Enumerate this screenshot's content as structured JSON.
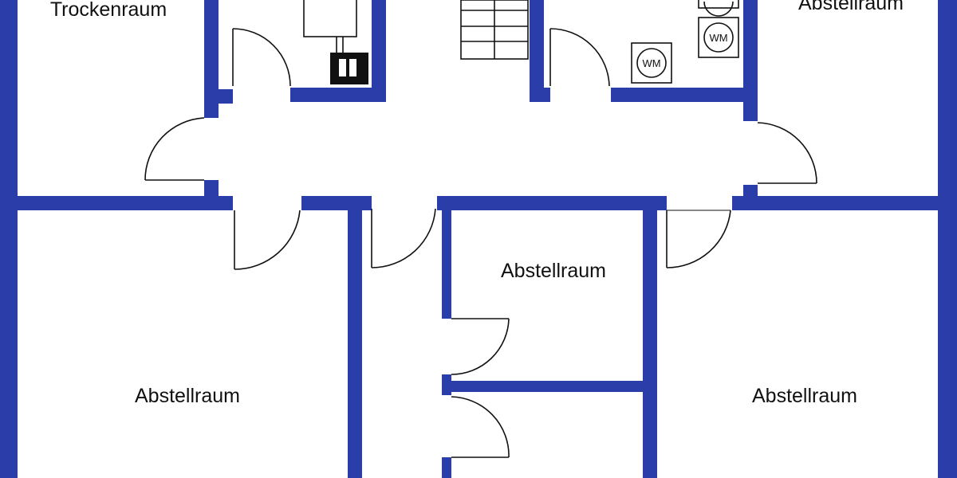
{
  "colors": {
    "wall": "#2B3DA8",
    "line": "#111111",
    "background": "#ffffff"
  },
  "rooms": {
    "drying_room": "Trockenraum",
    "storage_top_right": "Abstellraum",
    "storage_center": "Abstellraum",
    "storage_bottom_left": "Abstellraum",
    "storage_bottom_right": "Abstellraum"
  },
  "appliances": {
    "washer_1": "WM",
    "washer_2": "WM"
  },
  "icons": [
    "heater-icon",
    "door-arc-icon",
    "washing-machine-icon",
    "stairs-icon"
  ]
}
